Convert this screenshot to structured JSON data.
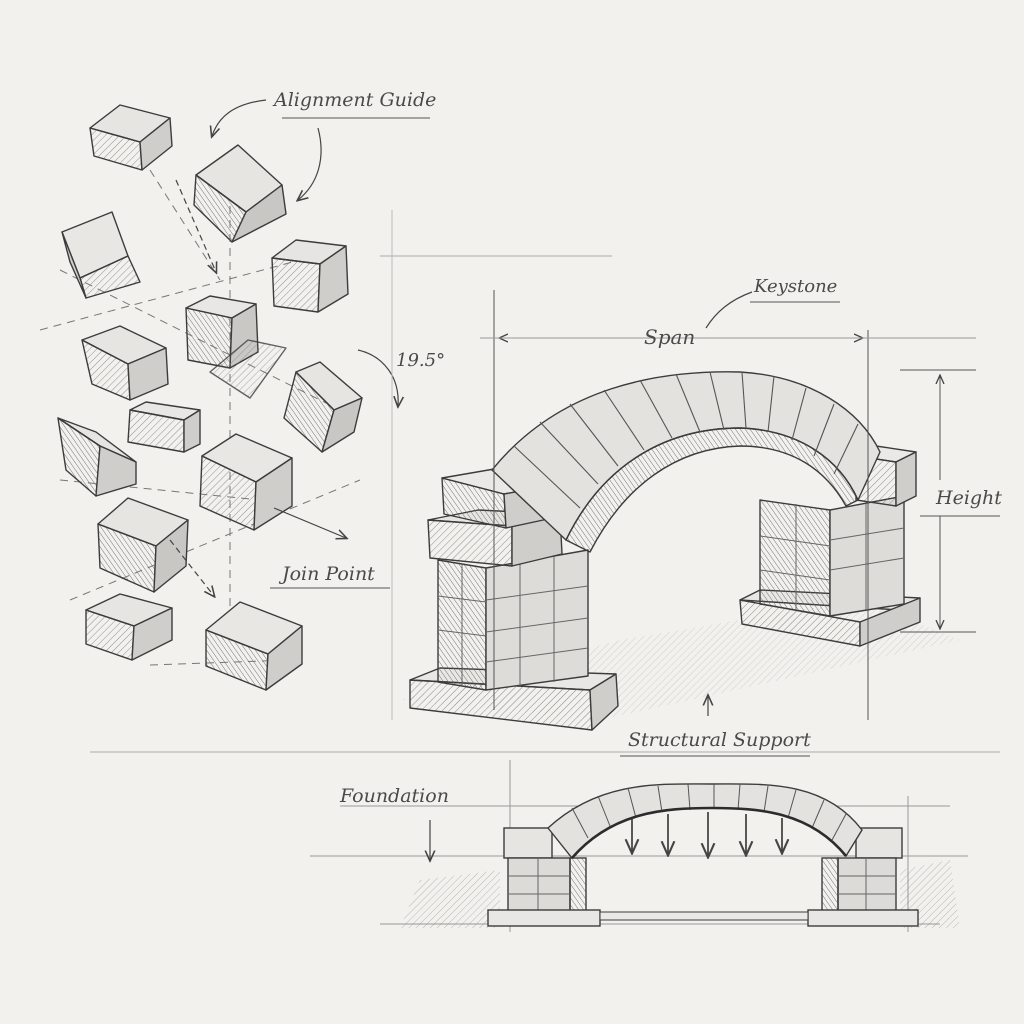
{
  "labels": {
    "alignment_guide": "Alignment Guide",
    "angle": "19.5°",
    "join_point": "Join Point",
    "keystone": "Keystone",
    "span": "Span",
    "height": "Height",
    "structural_support": "Structural Support",
    "foundation": "Foundation"
  },
  "colors": {
    "paper": "#f2f1ee",
    "pencil": "#3c3c3c",
    "light_pencil": "#8a8a8a",
    "shade": "#9a9a9a"
  }
}
